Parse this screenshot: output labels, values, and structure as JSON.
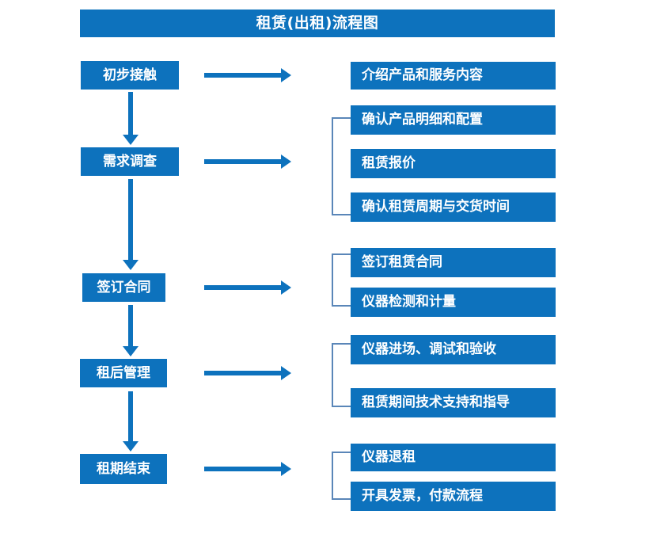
{
  "diagram": {
    "title": "租赁(出租)流程图",
    "theme": {
      "box_fill": "#0d72bd",
      "box_text": "#ffffff",
      "arrow": "#0d72bd",
      "bracket": "#5a86b8",
      "background": "#ffffff"
    },
    "stages": [
      {
        "id": "stage-1",
        "label": "初步接触"
      },
      {
        "id": "stage-2",
        "label": "需求调查"
      },
      {
        "id": "stage-3",
        "label": "签订合同"
      },
      {
        "id": "stage-4",
        "label": "租后管理"
      },
      {
        "id": "stage-5",
        "label": "租期结束"
      }
    ],
    "details": [
      {
        "id": "detail-1",
        "label": "介绍产品和服务内容"
      },
      {
        "id": "detail-2",
        "label": "确认产品明细和配置"
      },
      {
        "id": "detail-3",
        "label": "租赁报价"
      },
      {
        "id": "detail-4",
        "label": "确认租赁周期与交货时间"
      },
      {
        "id": "detail-5",
        "label": "签订租赁合同"
      },
      {
        "id": "detail-6",
        "label": "仪器检测和计量"
      },
      {
        "id": "detail-7",
        "label": "仪器进场、调试和验收"
      },
      {
        "id": "detail-8",
        "label": "租赁期间技术支持和指导"
      },
      {
        "id": "detail-9",
        "label": "仪器退租"
      },
      {
        "id": "detail-10",
        "label": "开具发票，付款流程"
      }
    ],
    "icons": {
      "arrow_right": "arrow-right-icon",
      "arrow_down": "arrow-down-icon",
      "bracket": "group-bracket-icon"
    }
  }
}
